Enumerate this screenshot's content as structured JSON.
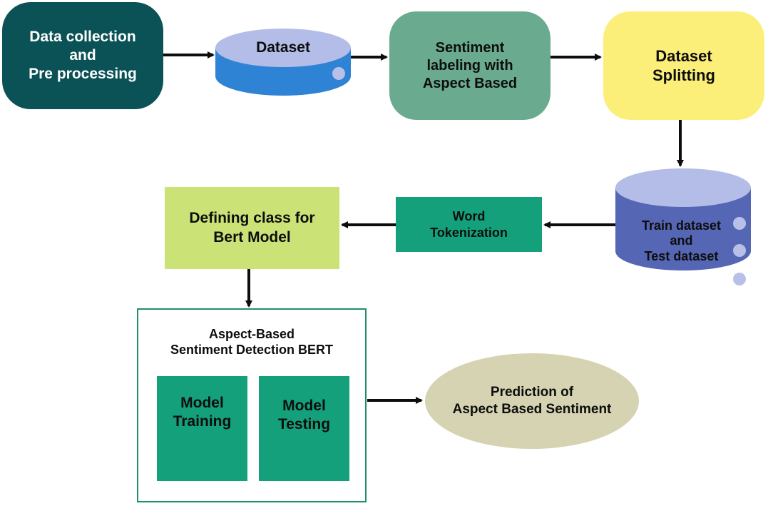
{
  "nodes": {
    "data_collection": "Data collection\nand\nPre processing",
    "dataset": "Dataset",
    "sentiment_labeling": "Sentiment\nlabeling with\nAspect Based",
    "dataset_splitting": "Dataset\nSplitting",
    "train_test": "Train dataset\nand\nTest dataset",
    "word_tokenization": "Word\nTokenization",
    "defining_class": "Defining class for\nBert Model",
    "bert_container_title": "Aspect-Based\nSentiment Detection BERT",
    "model_training": "Model\nTraining",
    "model_testing": "Model\nTesting",
    "prediction": "Prediction of\nAspect Based Sentiment"
  },
  "colors": {
    "dark_teal": "#0b5256",
    "cyl_top_light": "#b3bde8",
    "cyl_side_blue": "#2f83d4",
    "sage_green": "#6aaa8e",
    "yellow": "#fbef79",
    "cyl_side_indigo": "#5566b4",
    "dot_lavender": "#b8c0e8",
    "emerald": "#14a07b",
    "lime": "#cbe277",
    "khaki": "#d5d3b1",
    "container_border": "#1f8e6d",
    "arrow": "#0d0d0d"
  }
}
